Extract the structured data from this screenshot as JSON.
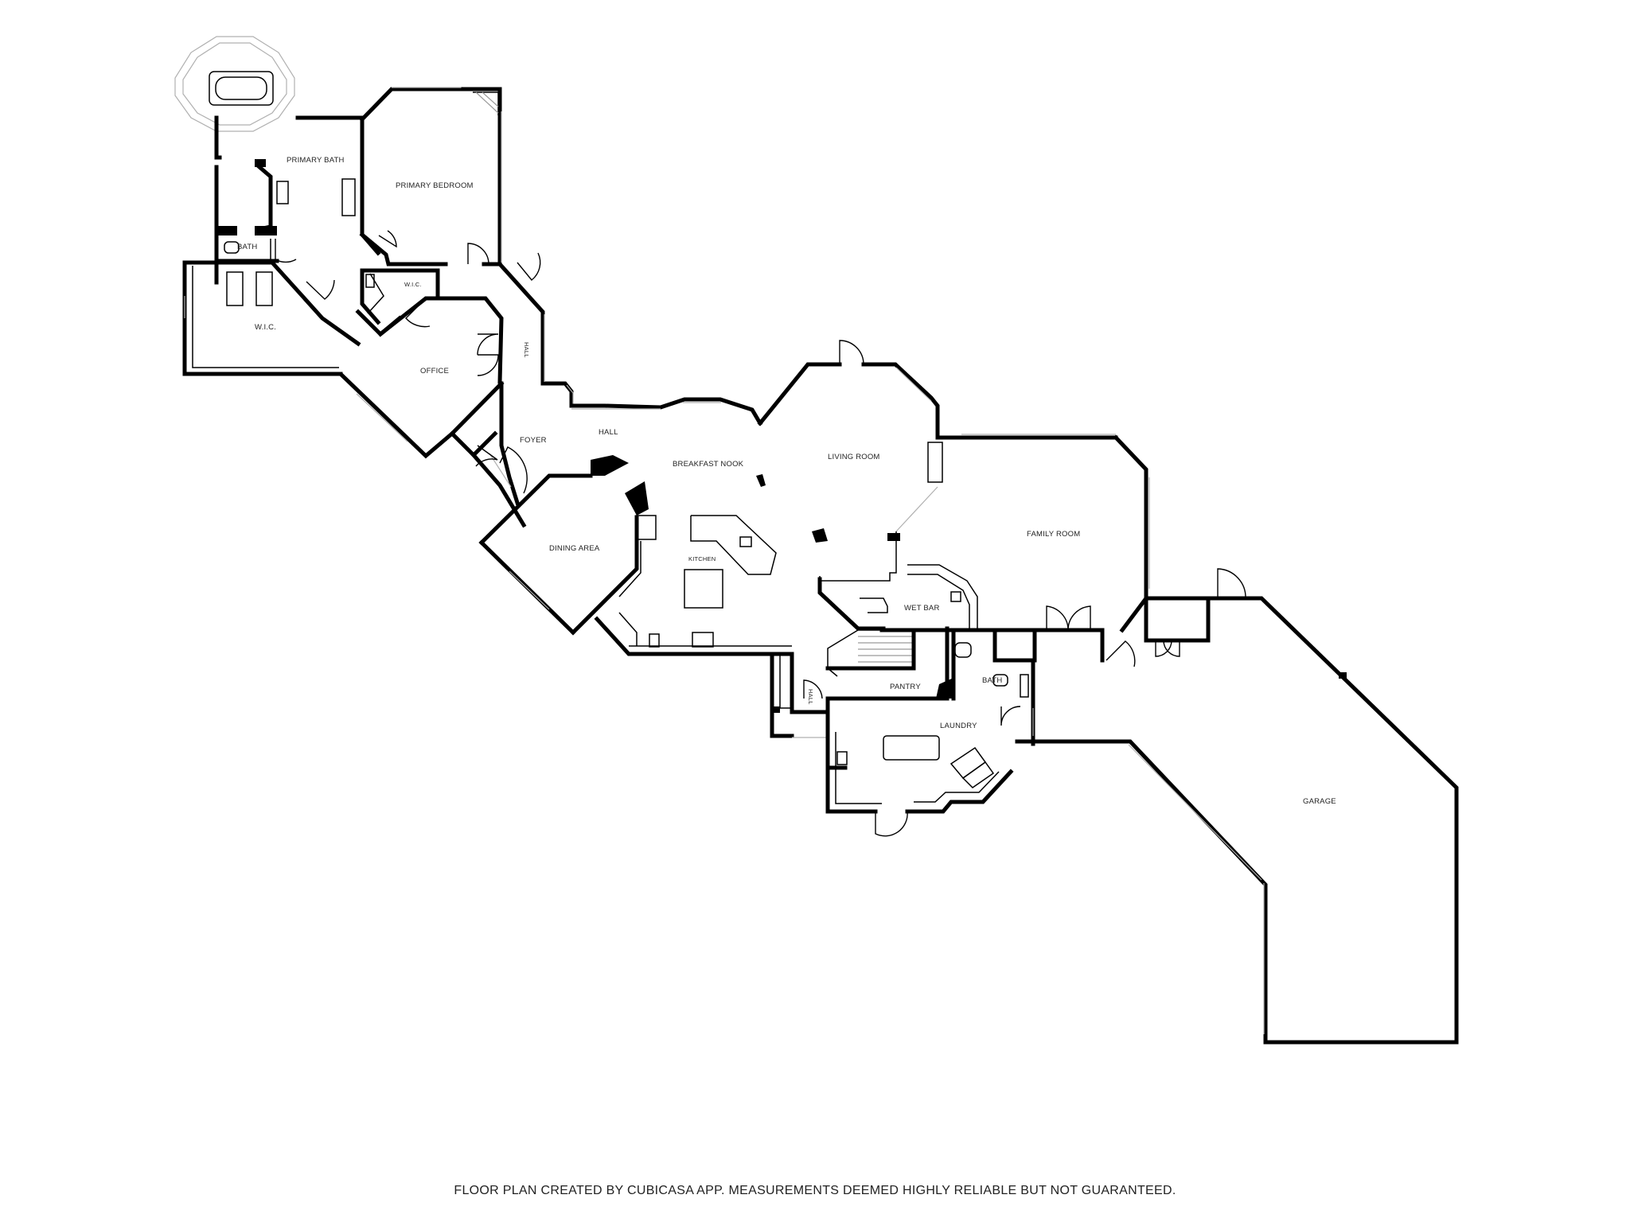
{
  "rooms": {
    "primary_bath": "PRIMARY BATH",
    "primary_bedroom": "PRIMARY BEDROOM",
    "bath_upper": "BATH",
    "wic_small": "W.I.C.",
    "wic_large": "W.I.C.",
    "office": "OFFICE",
    "hall_vertical": "HALL",
    "foyer": "FOYER",
    "hall": "HALL",
    "breakfast_nook": "BREAKFAST NOOK",
    "living_room": "LIVING ROOM",
    "family_room": "FAMILY ROOM",
    "dining_area": "DINING AREA",
    "kitchen": "KITCHEN",
    "wet_bar": "WET BAR",
    "pantry": "PANTRY",
    "bath_lower": "BATH",
    "hall_small": "HALL",
    "laundry": "LAUNDRY",
    "garage": "GARAGE"
  },
  "footer": "FLOOR PLAN CREATED BY CUBICASA APP. MEASUREMENTS DEEMED HIGHLY RELIABLE BUT NOT GUARANTEED."
}
